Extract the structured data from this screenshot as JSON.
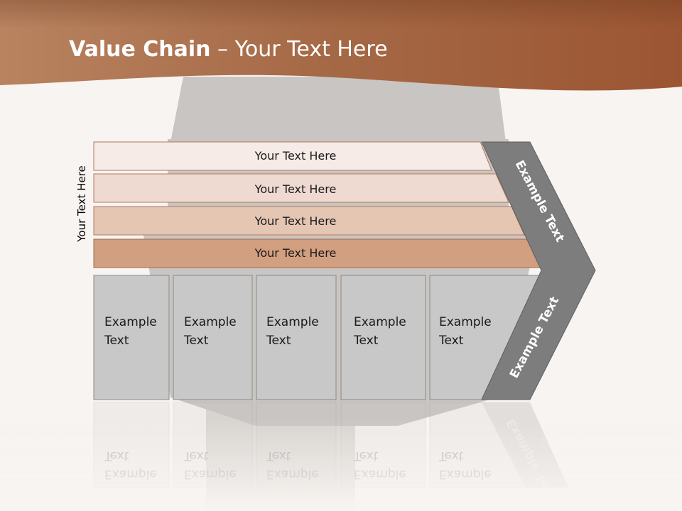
{
  "slide": {
    "title_bold": "Value Chain",
    "title_rest": " – Your Text Here",
    "side_label": "Your Text Here",
    "support_rows": [
      "Your Text Here",
      "Your Text Here",
      "Your Text Here",
      "Your Text Here"
    ],
    "primary_boxes": [
      [
        "Example",
        "Text"
      ],
      [
        "Example",
        "Text"
      ],
      [
        "Example",
        "Text"
      ],
      [
        "Example",
        "Text"
      ],
      [
        "Example",
        "Text"
      ]
    ],
    "chevron_top": "Example Text",
    "chevron_bottom": "Example Text"
  },
  "colors": {
    "header": "#a8623a",
    "row_1": "#f6ebe6",
    "row_2": "#eedad0",
    "row_3": "#e5c6b3",
    "row_4": "#d29f80",
    "box_fill": "#c8c8c8",
    "chevron": "#7d7d7d"
  }
}
